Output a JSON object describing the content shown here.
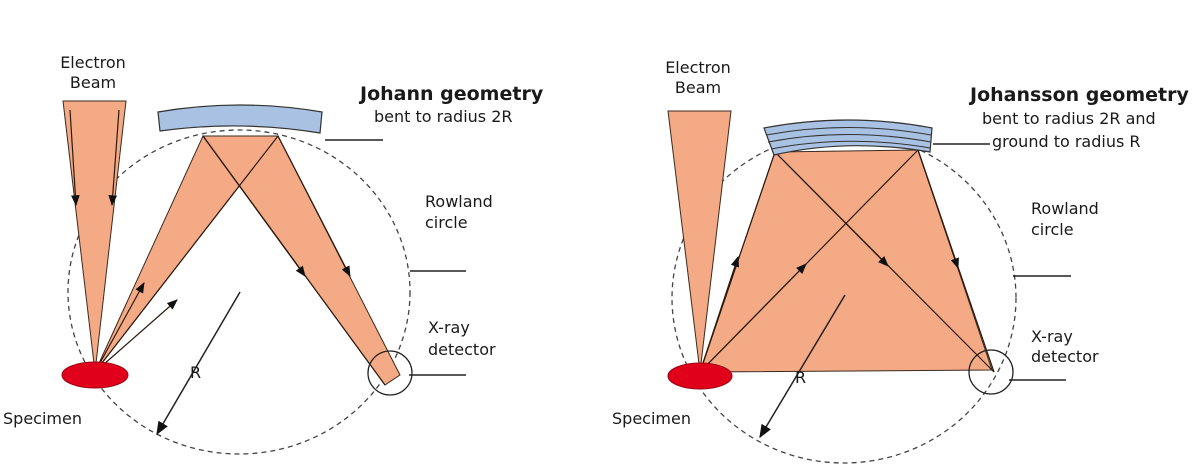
{
  "diagrams": [
    {
      "electron_beam": [
        "Electron",
        "Beam"
      ],
      "title": "Johann geometry",
      "subtitle": [
        "bent to radius 2R"
      ],
      "rowland": [
        "Rowland",
        "circle"
      ],
      "detector": [
        "X-ray",
        "detector"
      ],
      "radius_label": "R",
      "specimen": "Specimen"
    },
    {
      "electron_beam": [
        "Electron",
        "Beam"
      ],
      "title": "Johansson geometry",
      "subtitle": [
        "bent to radius 2R and",
        "ground to radius R"
      ],
      "rowland": [
        "Rowland",
        "circle"
      ],
      "detector": [
        "X-ray",
        "detector"
      ],
      "radius_label": "R",
      "specimen": "Specimen"
    }
  ],
  "colors": {
    "beam": "#f4aa84",
    "crystal": "#a9c1e2",
    "specimen": "#e0001b"
  }
}
